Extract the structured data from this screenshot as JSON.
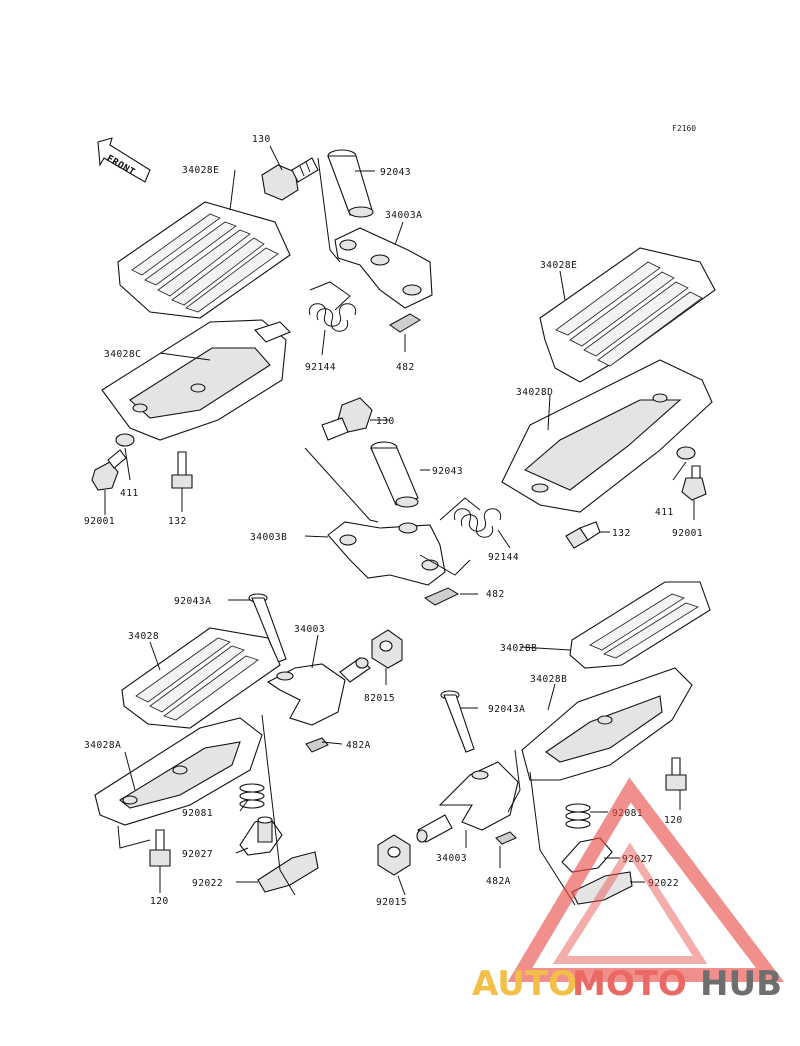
{
  "diagram_code": "F2160",
  "front_label": "FRONT",
  "parts": {
    "p130_a": "130",
    "p34028e_a": "34028E",
    "p92043_a": "92043",
    "p34003a": "34003A",
    "p34028e_b": "34028E",
    "p34028c": "34028C",
    "p92144_a": "92144",
    "p482_a": "482",
    "p34028d": "34028D",
    "p130_b": "130",
    "p92043_b": "92043",
    "p411_a": "411",
    "p92001_a": "92001",
    "p132_a": "132",
    "p34003b": "34003B",
    "p92144_b": "92144",
    "p411_b": "411",
    "p132_b": "132",
    "p92001_b": "92001",
    "p482_b": "482",
    "p92043a_a": "92043A",
    "p34003_a": "34003",
    "p34028": "34028",
    "p34028b_a": "34028B",
    "p82015_a": "82015",
    "p34028b_b": "34028B",
    "p92043a_b": "92043A",
    "p34028a": "34028A",
    "p482a_a": "482A",
    "p92081_a": "92081",
    "p120_b": "120",
    "p92081_b": "92081",
    "p92027_a": "92027",
    "p92027_b": "92027",
    "p92022_a": "92022",
    "p92022_b": "92022",
    "p120_a": "120",
    "p34003_b": "34003",
    "p482a_b": "482A",
    "p92015": "92015"
  },
  "watermark": {
    "part1": "AUTO",
    "part2": "MOTO",
    "part3": "HUB",
    "color1": "#f0b429",
    "color2": "#e8504a",
    "color3": "#555555",
    "triangle_color": "#e8504a"
  }
}
